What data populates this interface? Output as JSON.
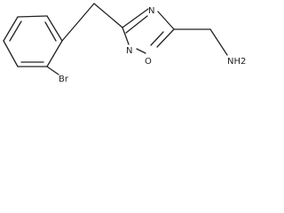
{
  "molecule": {
    "atoms": {
      "n_ring_upper": "N",
      "n_ring_lower": "N",
      "o_ring": "O",
      "bromine": "Br",
      "amine": "NH2"
    }
  },
  "colors": {
    "bond": "#222222",
    "background": "#ffffff"
  }
}
